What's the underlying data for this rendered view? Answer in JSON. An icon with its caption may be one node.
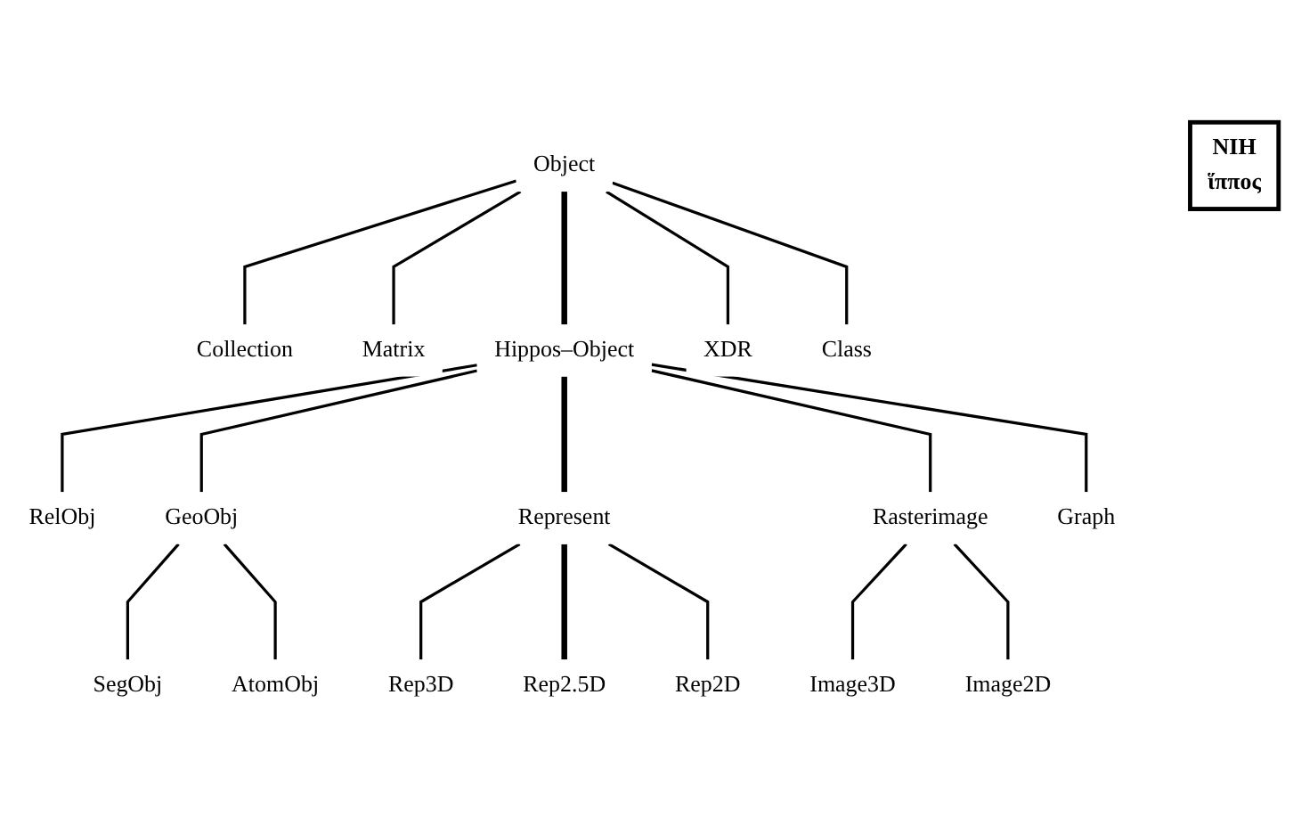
{
  "diagram": {
    "nodes": [
      {
        "text": [
          "Object"
        ]
      },
      {
        "text": [
          "Collection"
        ]
      },
      {
        "text": [
          "Class"
        ]
      },
      {
        "text": [
          "NIH",
          "ἵππος"
        ]
      },
      {
        "text": [
          "Matrix"
        ]
      },
      {
        "text": [
          "Hippos–Object"
        ]
      },
      {
        "text": [
          "XDR"
        ]
      },
      {
        "text": [
          "RelObj"
        ]
      },
      {
        "text": [
          "Graph"
        ]
      },
      {
        "text": [
          "GeoObj"
        ]
      },
      {
        "text": [
          "Represent"
        ]
      },
      {
        "text": [
          "Rasterimage"
        ]
      },
      {
        "text": [
          "SegObj"
        ]
      },
      {
        "text": [
          "AtomObj"
        ]
      },
      {
        "text": [
          "Rep3D"
        ]
      },
      {
        "text": [
          "Rep2.5D"
        ]
      },
      {
        "text": [
          "Rep2D"
        ]
      },
      {
        "text": [
          "Image3D"
        ]
      },
      {
        "text": [
          "Image2D"
        ]
      }
    ],
    "edges": [
      {
        "from": 0,
        "to": 1,
        "arrow": "none"
      },
      {
        "from": 0,
        "to": 4,
        "arrow": "none"
      },
      {
        "from": 0,
        "to": 5,
        "arrow": "none",
        "style": "thick"
      },
      {
        "from": 0,
        "to": 6,
        "arrow": "none"
      },
      {
        "from": 0,
        "to": 2,
        "arrow": "none"
      },
      {
        "from": 5,
        "to": 7,
        "arrow": "none"
      },
      {
        "from": 5,
        "to": 9,
        "arrow": "none"
      },
      {
        "from": 5,
        "to": 10,
        "arrow": "none",
        "style": "thick"
      },
      {
        "from": 5,
        "to": 11,
        "arrow": "none"
      },
      {
        "from": 5,
        "to": 8,
        "arrow": "none"
      },
      {
        "from": 9,
        "to": 12,
        "arrow": "none"
      },
      {
        "from": 9,
        "to": 13,
        "arrow": "none"
      },
      {
        "from": 10,
        "to": 14,
        "arrow": "none"
      },
      {
        "from": 10,
        "to": 15,
        "arrow": "none",
        "style": "thick"
      },
      {
        "from": 10,
        "to": 16,
        "arrow": "none"
      },
      {
        "from": 11,
        "to": 17,
        "arrow": "none"
      },
      {
        "from": 11,
        "to": 18,
        "arrow": "none"
      }
    ]
  }
}
